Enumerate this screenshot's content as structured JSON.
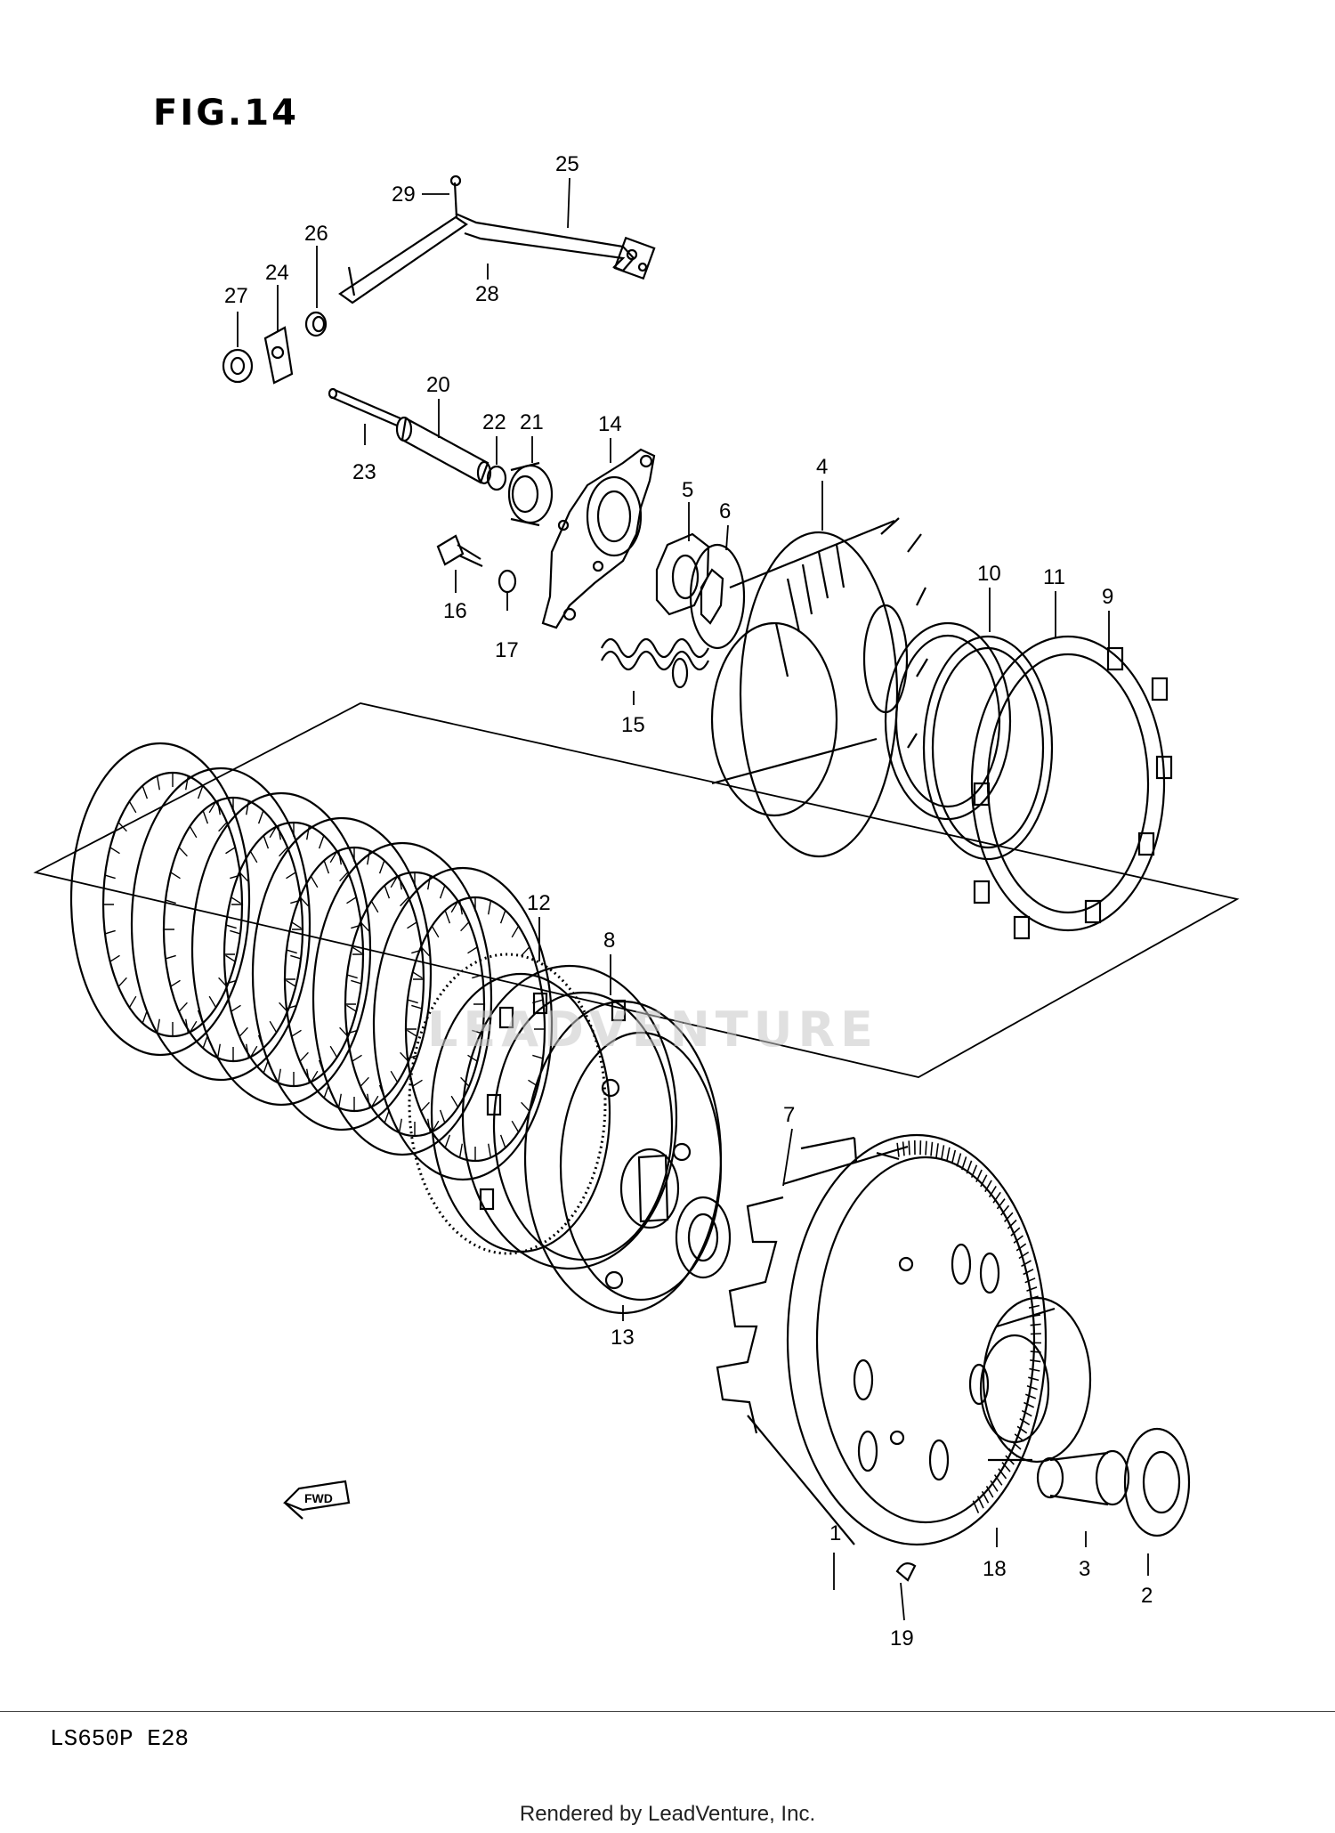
{
  "figure": {
    "title": "FIG.14",
    "model": "LS650P  E28"
  },
  "footer": {
    "credit": "Rendered by LeadVenture, Inc.",
    "watermark": "LEADVENTURE"
  },
  "fwd_badge": "FWD",
  "callouts": [
    "29",
    "25",
    "26",
    "24",
    "27",
    "28",
    "20",
    "22",
    "21",
    "14",
    "23",
    "5",
    "6",
    "4",
    "16",
    "17",
    "15",
    "10",
    "11",
    "9",
    "12",
    "8",
    "13",
    "7",
    "18",
    "3",
    "1",
    "2",
    "19"
  ],
  "colors": {
    "line": "#000000",
    "paper": "#ffffff",
    "watermark": "#c8c8c8"
  }
}
